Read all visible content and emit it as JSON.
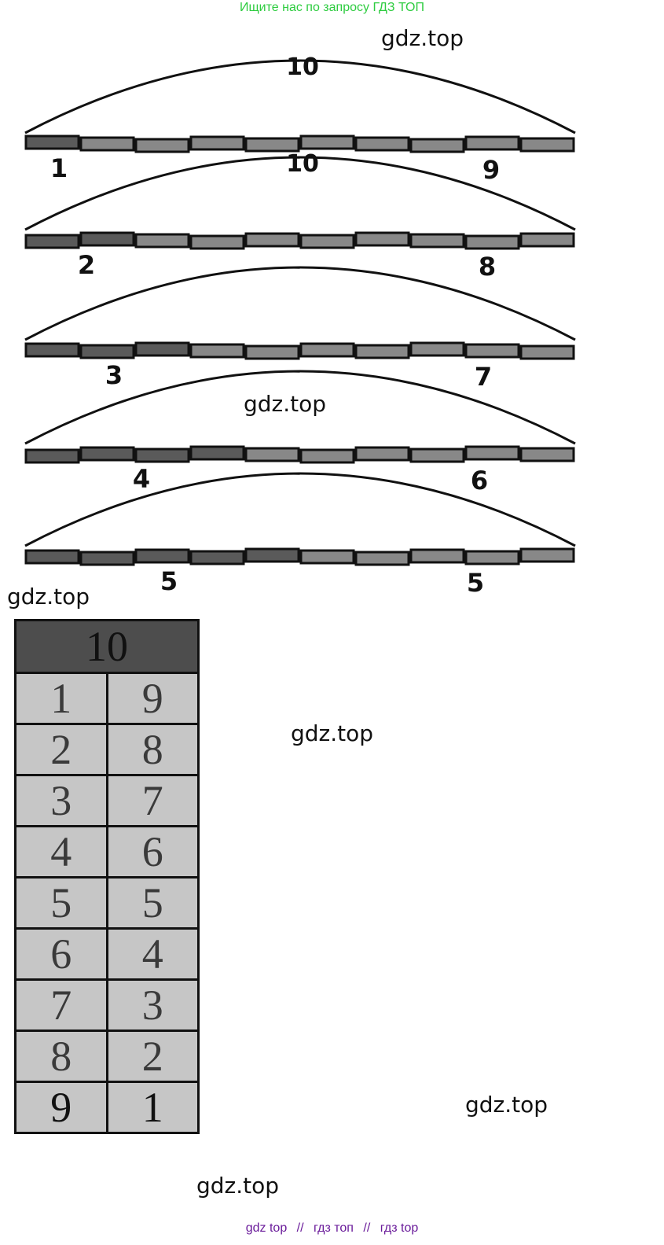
{
  "banner": {
    "text": "Ищите нас по запросу ГДЗ ТОП",
    "color": "#2ecc40"
  },
  "watermarks": [
    "gdz.top",
    "gdz.top",
    "gdz.top",
    "gdz.top",
    "gdz.top",
    "gdz.top"
  ],
  "colors": {
    "header_bg": "#4d4d4d",
    "cell_bg": "#c6c6c6",
    "bar_dark": "#5a5a5a",
    "bar_light": "#888888",
    "footer_link": "#6a1b9a"
  },
  "diagram": {
    "rows": [
      {
        "total": "10",
        "left": "1",
        "right": "9"
      },
      {
        "total": "10",
        "left": "2",
        "right": "8"
      },
      {
        "total": "",
        "left": "3",
        "right": "7"
      },
      {
        "total": "",
        "left": "4",
        "right": "6"
      },
      {
        "total": "",
        "left": "5",
        "right": "5"
      }
    ]
  },
  "table": {
    "header": "10",
    "rows": [
      [
        "1",
        "9"
      ],
      [
        "2",
        "8"
      ],
      [
        "3",
        "7"
      ],
      [
        "4",
        "6"
      ],
      [
        "5",
        "5"
      ],
      [
        "6",
        "4"
      ],
      [
        "7",
        "3"
      ],
      [
        "8",
        "2"
      ],
      [
        "9",
        "1"
      ]
    ]
  },
  "footer": {
    "links": [
      "gdz top",
      "гдз топ",
      "гдз top"
    ],
    "separator": "//"
  }
}
